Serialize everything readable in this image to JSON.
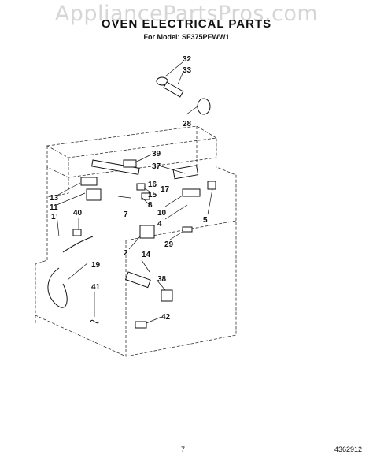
{
  "watermark": "AppliancePartsPros.com",
  "title": "OVEN ELECTRICAL PARTS",
  "subtitle": "For Model: SF375PEWW1",
  "page_number": "7",
  "doc_number": "4362912",
  "callouts": {
    "c32": "32",
    "c33": "33",
    "c28": "28",
    "c39": "39",
    "c37": "37",
    "c13": "13",
    "c11": "11",
    "c1": "1",
    "c16": "16",
    "c15": "15",
    "c17": "17",
    "c8": "8",
    "c7": "7",
    "c40": "40",
    "c10": "10",
    "c4": "4",
    "c5": "5",
    "c29": "29",
    "c2": "2",
    "c14": "14",
    "c19": "19",
    "c38": "38",
    "c41": "41",
    "c42": "42"
  }
}
